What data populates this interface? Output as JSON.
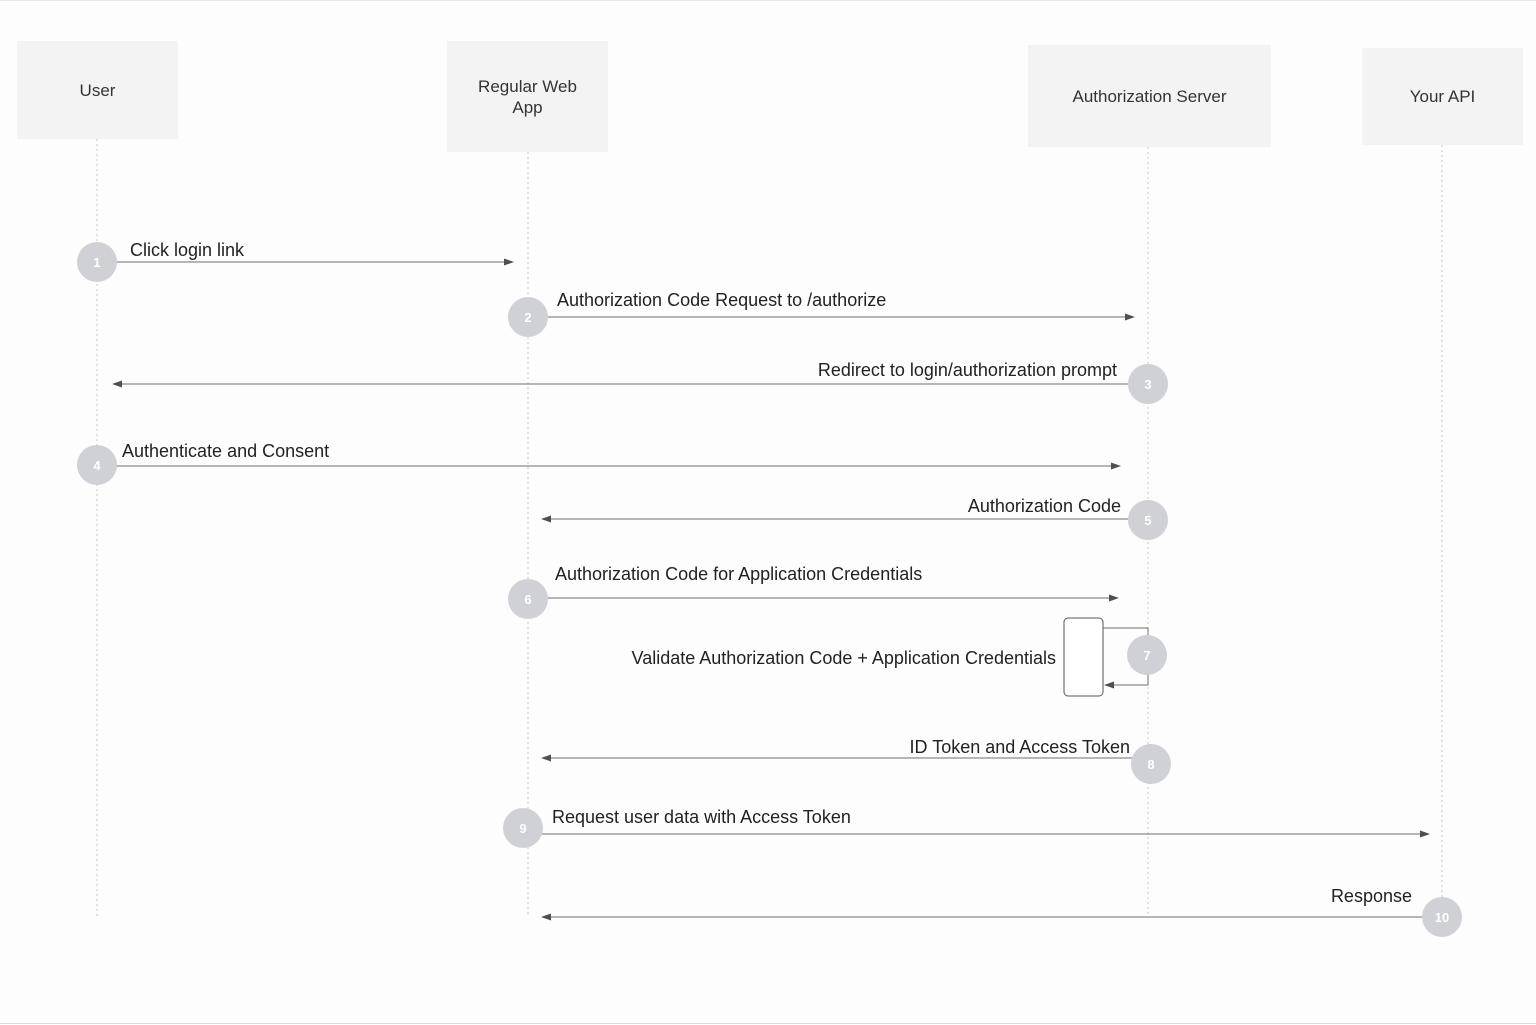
{
  "participants": [
    {
      "id": "user",
      "label": "User"
    },
    {
      "id": "webapp",
      "label": "Regular Web App"
    },
    {
      "id": "authserver",
      "label": "Authorization Server"
    },
    {
      "id": "api",
      "label": "Your API"
    }
  ],
  "steps": [
    {
      "number": "1",
      "label": "Click login link",
      "from": "user",
      "to": "webapp"
    },
    {
      "number": "2",
      "label": "Authorization Code Request to /authorize",
      "from": "webapp",
      "to": "authserver"
    },
    {
      "number": "3",
      "label": "Redirect to login/authorization prompt",
      "from": "authserver",
      "to": "user"
    },
    {
      "number": "4",
      "label": "Authenticate and Consent",
      "from": "user",
      "to": "authserver"
    },
    {
      "number": "5",
      "label": "Authorization Code",
      "from": "authserver",
      "to": "webapp"
    },
    {
      "number": "6",
      "label": "Authorization Code for Application Credentials",
      "from": "webapp",
      "to": "authserver"
    },
    {
      "number": "7",
      "label": "Validate Authorization Code + Application Credentials",
      "from": "authserver",
      "to": "authserver"
    },
    {
      "number": "8",
      "label": "ID Token and Access Token",
      "from": "authserver",
      "to": "webapp"
    },
    {
      "number": "9",
      "label": "Request user data with Access Token",
      "from": "webapp",
      "to": "api"
    },
    {
      "number": "10",
      "label": "Response",
      "from": "api",
      "to": "webapp"
    }
  ]
}
